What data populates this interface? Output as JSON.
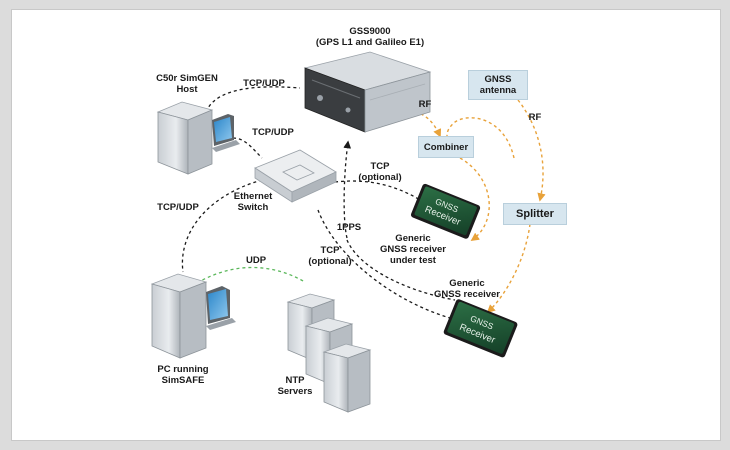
{
  "devices": {
    "gss9000": {
      "title": "GSS9000",
      "subtitle": "(GPS L1 and Galileo E1)"
    },
    "simgen_host": {
      "line1": "C50r SimGEN",
      "line2": "Host"
    },
    "ethernet_switch": {
      "line1": "Ethernet",
      "line2": "Switch"
    },
    "pc_simsafe": {
      "line1": "PC running",
      "line2": "SimSAFE"
    },
    "ntp_servers": {
      "line1": "NTP",
      "line2": "Servers"
    },
    "gnss_antenna": {
      "line1": "GNSS",
      "line2": "antenna"
    },
    "receiver_under_test": {
      "line1": "Generic",
      "line2": "GNSS receiver",
      "line3": "under test",
      "screen_text1": "GNSS",
      "screen_text2": "Receiver"
    },
    "generic_receiver": {
      "line1": "Generic",
      "line2": "GNSS receiver",
      "screen_text1": "GNSS",
      "screen_text2": "Receiver"
    }
  },
  "boxes": {
    "combiner": "Combiner",
    "splitter": "Splitter"
  },
  "links": {
    "simgen_gss": "TCP/UDP",
    "simgen_switch": "TCP/UDP",
    "switch_pc": "TCP/UDP",
    "pc_ntp": "UDP",
    "gss_combiner": "RF",
    "antenna_splitter": "RF",
    "switch_rut": {
      "line1": "TCP",
      "line2": "(optional)"
    },
    "switch_generic": {
      "line1": "TCP",
      "line2": "(optional)"
    },
    "pps": "1PPS"
  },
  "colors": {
    "data_link": "#1a1a1a",
    "rf_link": "#e8a23a",
    "ntp_link": "#5cb85c",
    "box_fill": "#d7e6ef",
    "receiver_body": "#1f5a37"
  }
}
